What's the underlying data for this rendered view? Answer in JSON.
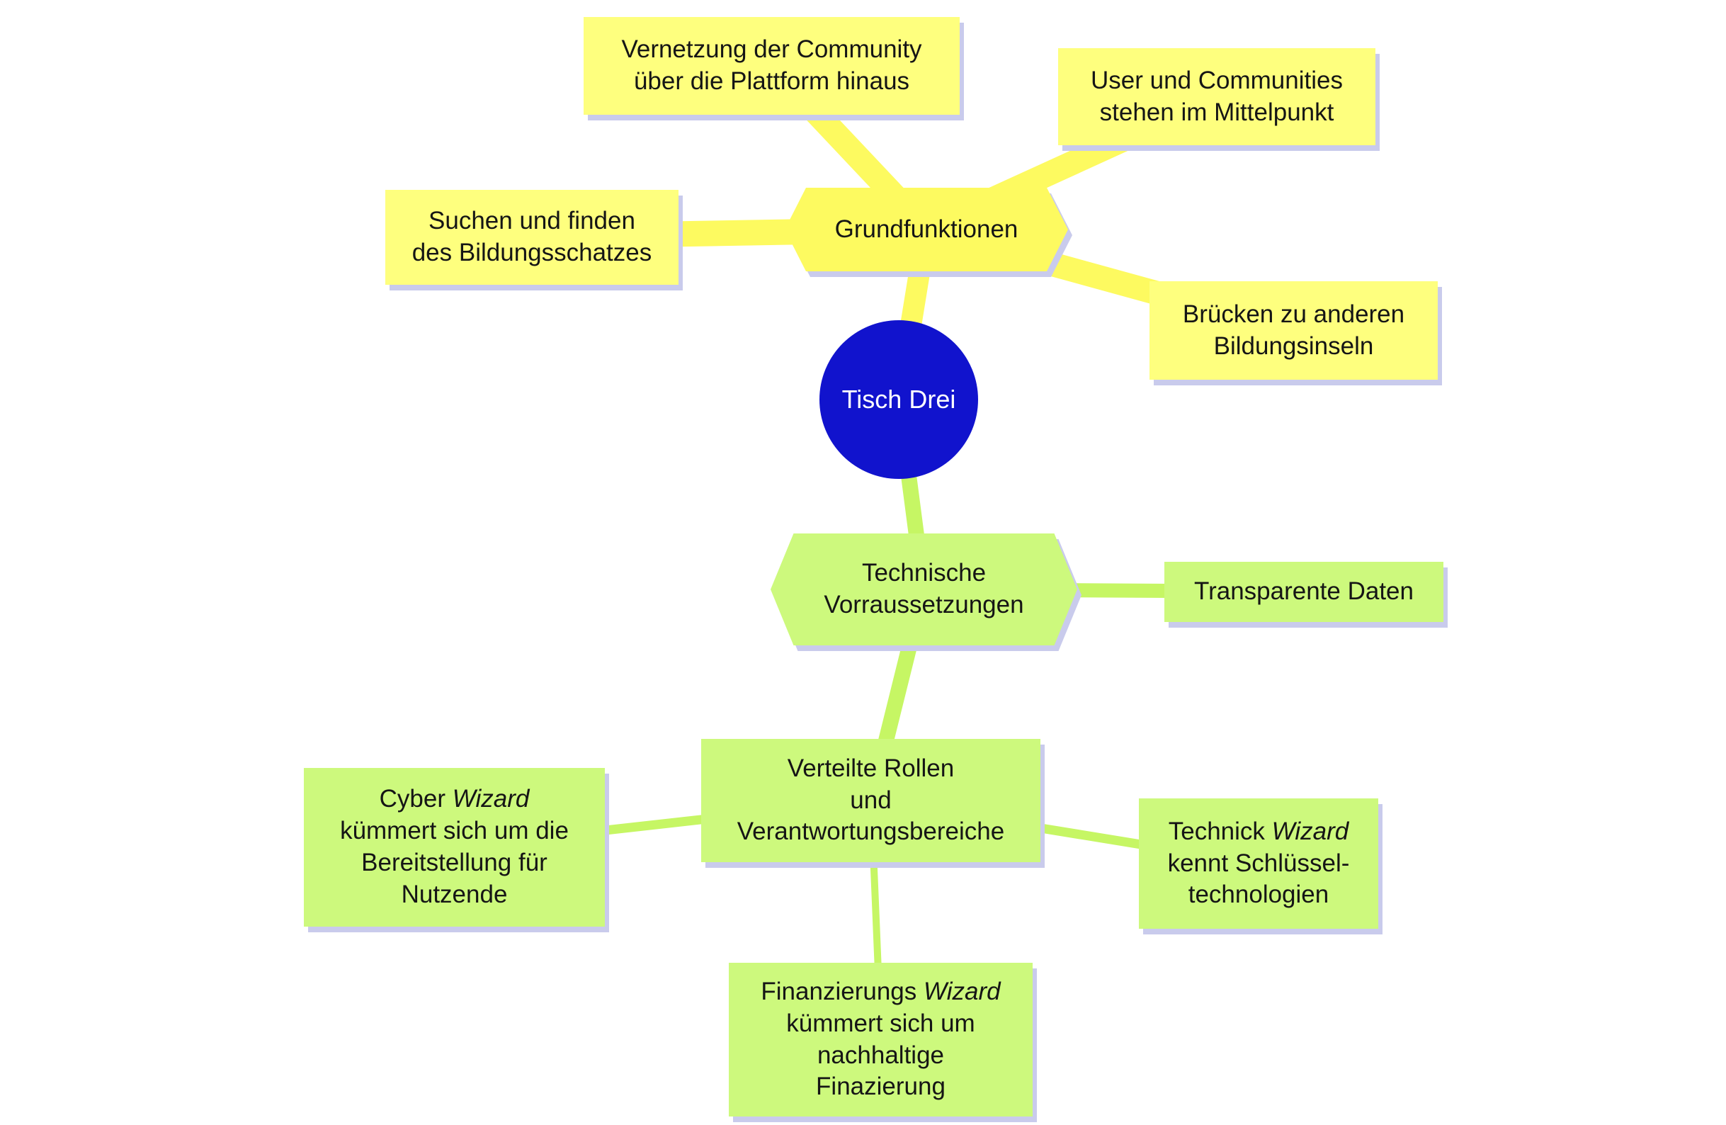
{
  "colors": {
    "yellow_box": "#feff7e",
    "yellow_hex": "#fdfa60",
    "yellow_line": "#fdfa60",
    "green_box": "#cdf97d",
    "green_line": "#c6f664",
    "root_blue": "#1113cd",
    "root_text": "#ffffff",
    "shadow": "#c9cbec",
    "text": "#151515",
    "background": "#ffffff"
  },
  "nodes": {
    "root": {
      "label": "Tisch Drei"
    },
    "grundfunktionen": {
      "label": "Grundfunktionen"
    },
    "vernetzung": {
      "label": "Vernetzung der Community\nüber die Plattform hinaus"
    },
    "user_communities": {
      "label": "User und Communities\nstehen im Mittelpunkt"
    },
    "suchen": {
      "label": "Suchen und finden\ndes Bildungsschatzes"
    },
    "bruecken": {
      "label": "Brücken zu anderen\nBildungsinseln"
    },
    "technische": {
      "label": "Technische\nVorraussetzungen"
    },
    "transparente": {
      "label": "Transparente Daten"
    },
    "verteilte": {
      "label": "Verteilte Rollen\nund\nVerantwortungsbereiche"
    },
    "cyber_wizard": {
      "prefix": "Cyber ",
      "italic": "Wizard",
      "suffix": "\nkümmert sich um die\nBereitstellung für\nNutzende"
    },
    "technick_wizard": {
      "prefix": "Technick ",
      "italic": "Wizard",
      "suffix": "\nkennt Schlüssel-\ntechnologien"
    },
    "finanzierungs_wizard": {
      "prefix": "Finanzierungs ",
      "italic": "Wizard",
      "suffix": "\nkümmert sich um\nnachhaltige\nFinazierung"
    }
  },
  "edges": [
    {
      "from": "grundfunktionen",
      "to": "vernetzung",
      "color": "yellow"
    },
    {
      "from": "grundfunktionen",
      "to": "user_communities",
      "color": "yellow"
    },
    {
      "from": "grundfunktionen",
      "to": "suchen",
      "color": "yellow"
    },
    {
      "from": "grundfunktionen",
      "to": "bruecken",
      "color": "yellow"
    },
    {
      "from": "root",
      "to": "grundfunktionen",
      "color": "yellow"
    },
    {
      "from": "root",
      "to": "technische",
      "color": "green"
    },
    {
      "from": "technische",
      "to": "transparente",
      "color": "green"
    },
    {
      "from": "technische",
      "to": "verteilte",
      "color": "green"
    },
    {
      "from": "verteilte",
      "to": "cyber_wizard",
      "color": "green"
    },
    {
      "from": "verteilte",
      "to": "technick_wizard",
      "color": "green"
    },
    {
      "from": "verteilte",
      "to": "finanzierungs_wizard",
      "color": "green"
    }
  ]
}
